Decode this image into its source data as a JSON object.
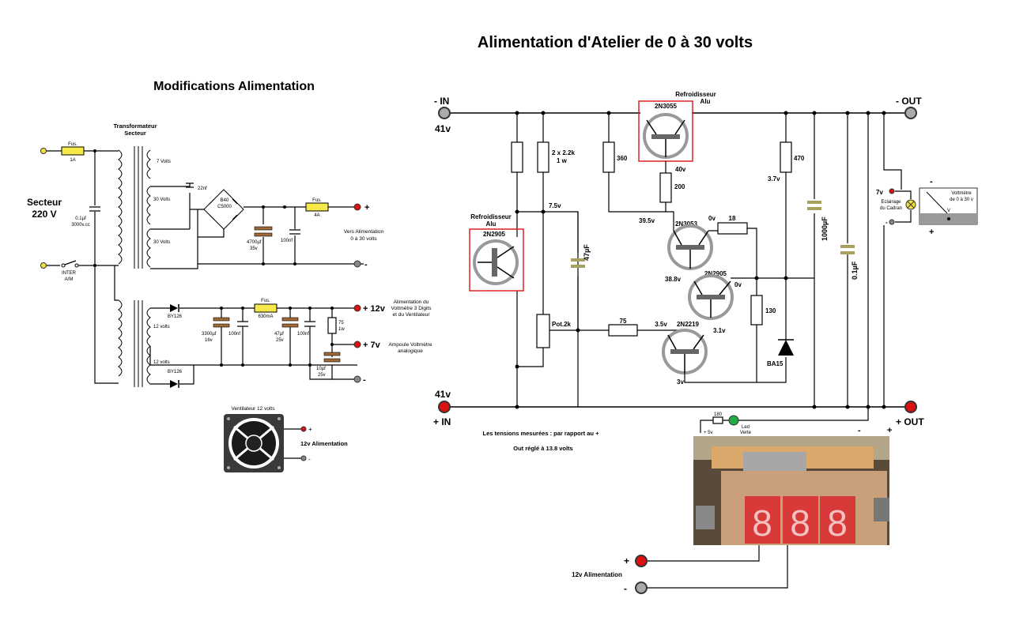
{
  "title": "Alimentation d'Atelier de 0 à 30 volts",
  "left": {
    "heading": "Modifications Alimentation",
    "transfo_label1": "Transformateur",
    "transfo_label2": "Secteur",
    "secteur1": "Secteur",
    "secteur2": "220 V",
    "fuse_label": "Fus.",
    "fuse1_value": "1A",
    "cap1_value1": "0.1µf",
    "cap1_value2": "3000v.cc",
    "inter1": "INTER",
    "inter2": "A/M",
    "v7": "7 Volts",
    "v30a": "30 Volts",
    "v30b": "30 Volts",
    "v12a": "12 volts",
    "v12b": "12 volts",
    "cap_22nf": "22nf",
    "bridge1": "B40",
    "bridge2": "C5000",
    "fuse2_value": "4A",
    "cap_4700_1": "4700µf",
    "cap_4700_2": "35v",
    "cap_100nf_a": "100nf",
    "vers1": "Vers Alimentation",
    "vers2": "0 à 30 volts",
    "plus": "+",
    "minus": "-",
    "diode1": "BY126",
    "diode2": "BY126",
    "cap_3300_1": "3300µf",
    "cap_3300_2": "16v",
    "cap_100nf_b": "100nf",
    "fuse3_value": "630mA",
    "cap_47_1": "47µf",
    "cap_47_2": "25v",
    "cap_100nf_c": "100nf",
    "res75_1": "75",
    "res75_2": "1w",
    "cap_10_1": "10µf",
    "cap_10_2": "25v",
    "out_12v": "+ 12v",
    "out_7v": "+ 7v",
    "alim_txt1": "Alimentation du",
    "alim_txt2": "Voltmètre 3 Digits",
    "alim_txt3": "et du Ventilateur",
    "ampoule1": "Ampoule Voltmètre",
    "ampoule2": "analogique",
    "fan_label": "Ventilateur 12 volts",
    "fan_alim": "12v Alimentation"
  },
  "right": {
    "in_minus": "- IN",
    "in_plus": "+ IN",
    "v41_top": "41v",
    "v41_bot": "41v",
    "out_minus": "- OUT",
    "out_plus": "+ OUT",
    "heatsink1_1": "Refroidisseur",
    "heatsink1_2": "Alu",
    "heatsink2_1": "Refroidisseur",
    "heatsink2_2": "Alu",
    "q_2n3055": "2N3055",
    "q_2n2905_a": "2N2905",
    "q_2n3053": "2N3053",
    "q_2n2905_b": "2N2905",
    "q_2n2219": "2N2219",
    "r_2x22k_1": "2 x 2.2k",
    "r_2x22k_2": "1 w",
    "r_360": "360",
    "r_200": "200",
    "r_470": "470",
    "r_18": "18",
    "r_75": "75",
    "r_130": "130",
    "pot": "Pot.2k",
    "v_40": "40v",
    "v_75": "7.5v",
    "v_37": "3.7v",
    "v_395": "39.5v",
    "v_0a": "0v",
    "v_388": "38.8v",
    "v_0b": "0v",
    "v_35": "3.5v",
    "v_31": "3.1v",
    "v_3": "3v",
    "c_47uf": "47µF",
    "c_1000uf": "1000µF",
    "c_01uf": "0.1µF",
    "diode_ba15": "BA15",
    "lamp_7v": "7v",
    "lamp_label1": "Eclairage",
    "lamp_label2": "du Cadran",
    "voltmeter1": "Voltmètre",
    "voltmeter2": "de 0 à 30 v",
    "voltmeter_v": "V",
    "meter_minus": "-",
    "meter_plus": "+",
    "note1": "Les tensions mesurées : par rapport au +",
    "note2": "Out réglé à 13.8 volts",
    "r_180": "180",
    "led1": "Led",
    "led2": "Verte",
    "plus5v": "+ 5v",
    "module_minus": "-",
    "module_plus": "+",
    "digits": [
      "8",
      "8",
      "8"
    ],
    "alim12v": "12v Alimentation",
    "plus_sym": "+",
    "minus_sym": "-"
  },
  "colors": {
    "heatsink_box": "#dd2222",
    "fuse_fill": "#f7e84a",
    "cap_fill": "#a06a3a",
    "terminal_red": "#dd1111",
    "terminal_gray": "#888888",
    "led_green": "#22aa44",
    "pcb": "#c9a07a",
    "segment": "#d83a3a"
  }
}
